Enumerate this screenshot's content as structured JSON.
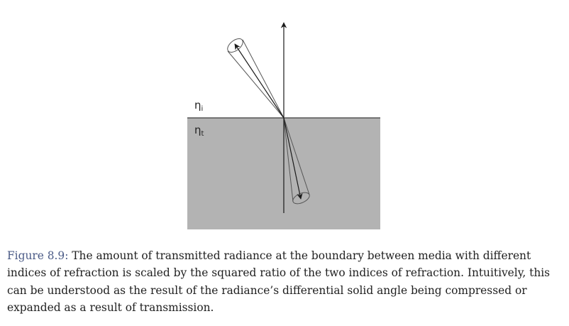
{
  "figure": {
    "label_incident_medium": "η",
    "label_incident_sub": "i",
    "label_transmitted_medium": "η",
    "label_transmitted_sub": "t",
    "colors": {
      "medium_fill": "#b3b3b3",
      "boundary_line": "#555555",
      "ray": "#1a1a1a",
      "cone": "#555555",
      "figure_number_link": "#4a5a86"
    }
  },
  "caption": {
    "figure_number": "Figure 8.9:",
    "text": " The amount of transmitted radiance at the boundary between media with different indices of refraction is scaled by the squared ratio of the two indices of refraction. Intuitively, this can be understood as the result of the radiance’s differential solid angle being compressed or expanded as a result of transmission."
  }
}
